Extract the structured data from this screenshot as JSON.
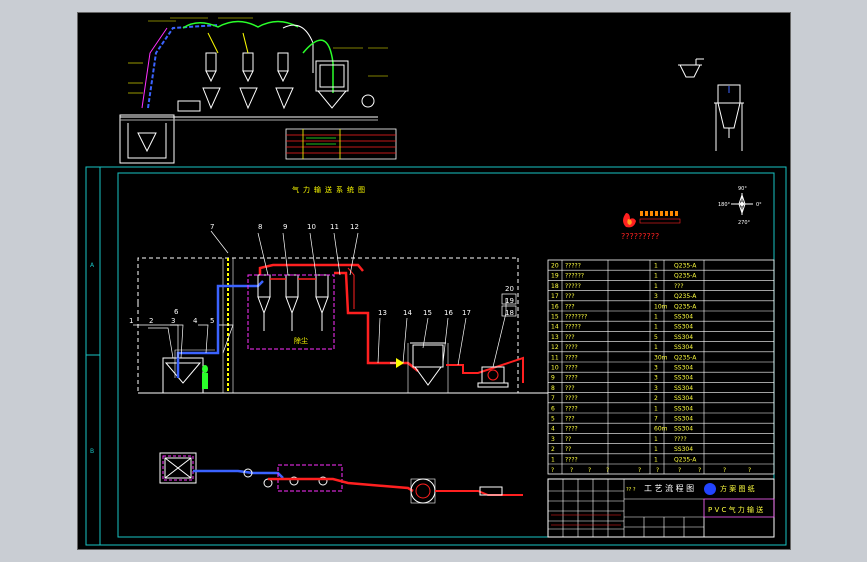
{
  "title": "气力输送系统图",
  "logo_text": "?????????",
  "compass": {
    "north": "90°",
    "east": "0°",
    "west": "180°",
    "south": "270°"
  },
  "callouts": [
    "1",
    "2",
    "3",
    "4",
    "5",
    "6",
    "7",
    "8",
    "9",
    "10",
    "11",
    "12",
    "13",
    "14",
    "15",
    "16",
    "17",
    "18",
    "19",
    "20"
  ],
  "zone_labels": {
    "left_marker_a": "A",
    "left_marker_b": "B",
    "enclosure_label": "除尘"
  },
  "bom": {
    "rows": [
      {
        "no": "20",
        "name": "?????",
        "qty": "1",
        "mat": "Q235-A"
      },
      {
        "no": "19",
        "name": "??????",
        "qty": "1",
        "mat": "Q235-A"
      },
      {
        "no": "18",
        "name": "?????",
        "qty": "1",
        "mat": "???"
      },
      {
        "no": "17",
        "name": "???",
        "qty": "3",
        "mat": "Q235-A"
      },
      {
        "no": "16",
        "name": "???",
        "qty": "10m",
        "mat": "Q235-A"
      },
      {
        "no": "15",
        "name": "???????",
        "qty": "1",
        "mat": "SS304"
      },
      {
        "no": "14",
        "name": "?????",
        "qty": "1",
        "mat": "SS304"
      },
      {
        "no": "13",
        "name": "???",
        "qty": "5",
        "mat": "SS304"
      },
      {
        "no": "12",
        "name": "????",
        "qty": "1",
        "mat": "SS304"
      },
      {
        "no": "11",
        "name": "????",
        "qty": "30m",
        "mat": "Q235-A"
      },
      {
        "no": "10",
        "name": "????",
        "qty": "3",
        "mat": "SS304"
      },
      {
        "no": "9",
        "name": "????",
        "qty": "3",
        "mat": "SS304"
      },
      {
        "no": "8",
        "name": "???",
        "qty": "3",
        "mat": "SS304"
      },
      {
        "no": "7",
        "name": "????",
        "qty": "2",
        "mat": "SS304"
      },
      {
        "no": "6",
        "name": "????",
        "qty": "1",
        "mat": "SS304"
      },
      {
        "no": "5",
        "name": "???",
        "qty": "7",
        "mat": "SS304"
      },
      {
        "no": "4",
        "name": "????",
        "qty": "60m",
        "mat": "SS304"
      },
      {
        "no": "3",
        "name": "??",
        "qty": "1",
        "mat": "????"
      },
      {
        "no": "2",
        "name": "??",
        "qty": "1",
        "mat": "SS304"
      },
      {
        "no": "1",
        "name": "????",
        "qty": "1",
        "mat": "Q235-A"
      }
    ],
    "header": [
      "?",
      "?",
      "?",
      "?",
      "?",
      "?",
      "?",
      "?",
      "?",
      "?"
    ]
  },
  "title_block": {
    "company": "工 艺 流 程 图",
    "stage": "方 案 图 纸",
    "drawing_name": "P V C 气 力 输 送",
    "short": "?? ?"
  },
  "colors": {
    "frame": "#19c3c3",
    "pipe_red": "#ff2020",
    "pipe_blue": "#3b63ff",
    "equipment": "#ffffff",
    "cyclone_magenta": "#ff30ff",
    "yellow": "#ffff00",
    "green": "#2aff2a",
    "table_grid": "#ffffff",
    "table_text": "#ffff40",
    "table_text_cyan": "#40ffff"
  }
}
